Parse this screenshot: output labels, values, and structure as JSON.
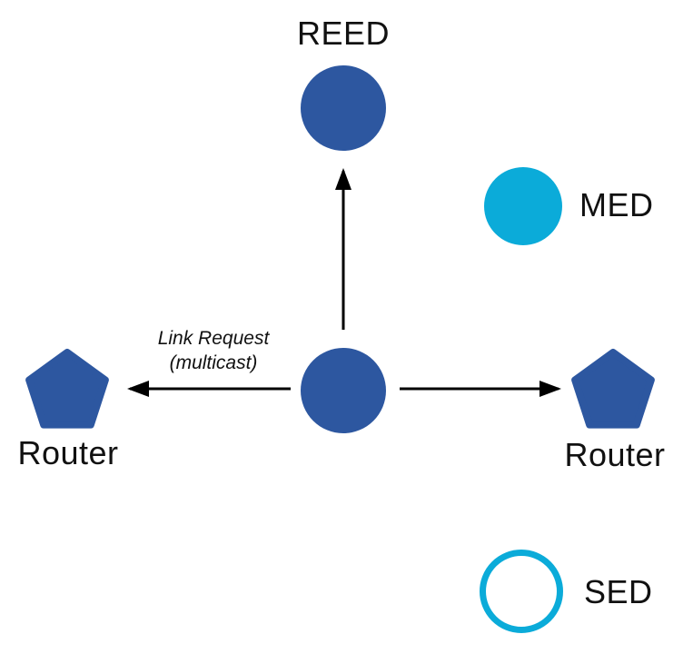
{
  "diagram": {
    "type": "network-topology",
    "colors": {
      "node_blue": "#2D57A0",
      "node_cyan": "#0BABD9",
      "arrow": "#000000",
      "label_text": "#111111",
      "background": "#FFFFFF"
    },
    "nodes": [
      {
        "id": "reed",
        "label": "REED",
        "shape": "circle",
        "fill": "blue"
      },
      {
        "id": "med",
        "label": "MED",
        "shape": "circle",
        "fill": "cyan"
      },
      {
        "id": "center",
        "label": "",
        "shape": "circle",
        "fill": "blue"
      },
      {
        "id": "router-left",
        "label": "Router",
        "shape": "pentagon",
        "fill": "blue"
      },
      {
        "id": "router-right",
        "label": "Router",
        "shape": "pentagon",
        "fill": "blue"
      },
      {
        "id": "sed",
        "label": "SED",
        "shape": "circle-outline",
        "fill": "none"
      }
    ],
    "annotation": {
      "line1": "Link Request",
      "line2": "(multicast)"
    },
    "edges": [
      {
        "from": "center",
        "to": "reed",
        "type": "arrow",
        "direction": "up"
      },
      {
        "from": "center",
        "to": "router-left",
        "type": "arrow",
        "direction": "left",
        "label": "Link Request (multicast)"
      },
      {
        "from": "center",
        "to": "router-right",
        "type": "arrow",
        "direction": "right"
      }
    ]
  }
}
